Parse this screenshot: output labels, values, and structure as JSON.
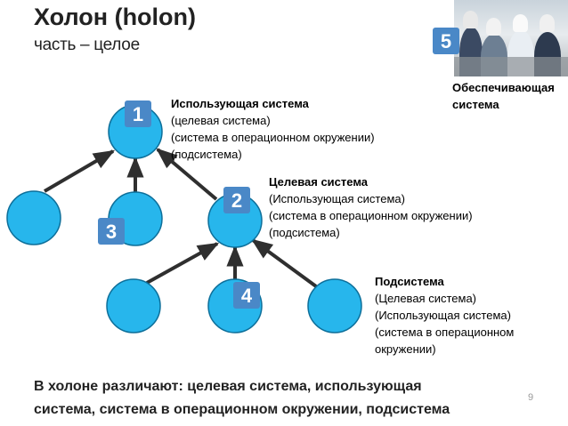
{
  "header": {
    "title": "Холон (holon)",
    "subtitle": "часть – целое"
  },
  "colors": {
    "node_fill": "#27b6ec",
    "node_stroke": "#0d6f9a",
    "badge_fill": "#4a88c7",
    "edge": "#2f2f2f"
  },
  "badges": [
    "1",
    "2",
    "3",
    "4",
    "5"
  ],
  "labels": {
    "using_system": {
      "head": "Использующая система",
      "lines": [
        "(целевая система)",
        "(система в операционном окружении)",
        "(подсистема)"
      ]
    },
    "target_system": {
      "head": "Целевая система",
      "lines": [
        "(Использующая система)",
        "(система в операционном окружении)",
        "(подсистема)"
      ]
    },
    "subsystem": {
      "head": "Подсистема",
      "lines": [
        "(Целевая система)",
        "(Использующая система)",
        "(система в операционном",
        "окружении)"
      ]
    },
    "supporting_system": [
      "Обеспечивающая",
      "система"
    ]
  },
  "footer": {
    "line1": "В холоне различают: целевая система, использующая",
    "line2": "система, система в операционном окружении, подсистема"
  },
  "page_number": "9"
}
